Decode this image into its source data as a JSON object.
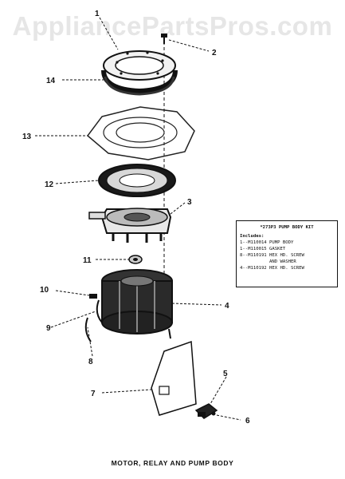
{
  "watermark": "AppliancePartsPros.com",
  "callouts": [
    "1",
    "2",
    "3",
    "4",
    "5",
    "6",
    "7",
    "8",
    "9",
    "10",
    "11",
    "12",
    "13",
    "14"
  ],
  "kit": {
    "title": "*273P3 PUMP BODY KIT",
    "includes_label": "Includes:",
    "lines": [
      "1--M110014 PUMP BODY",
      "1--M110015 GASKET",
      "8--M110191 HEX HD. SCREW",
      "           AND WASHER",
      "4--M110192 HEX HD. SCREW"
    ]
  },
  "caption": "MOTOR, RELAY AND PUMP BODY"
}
